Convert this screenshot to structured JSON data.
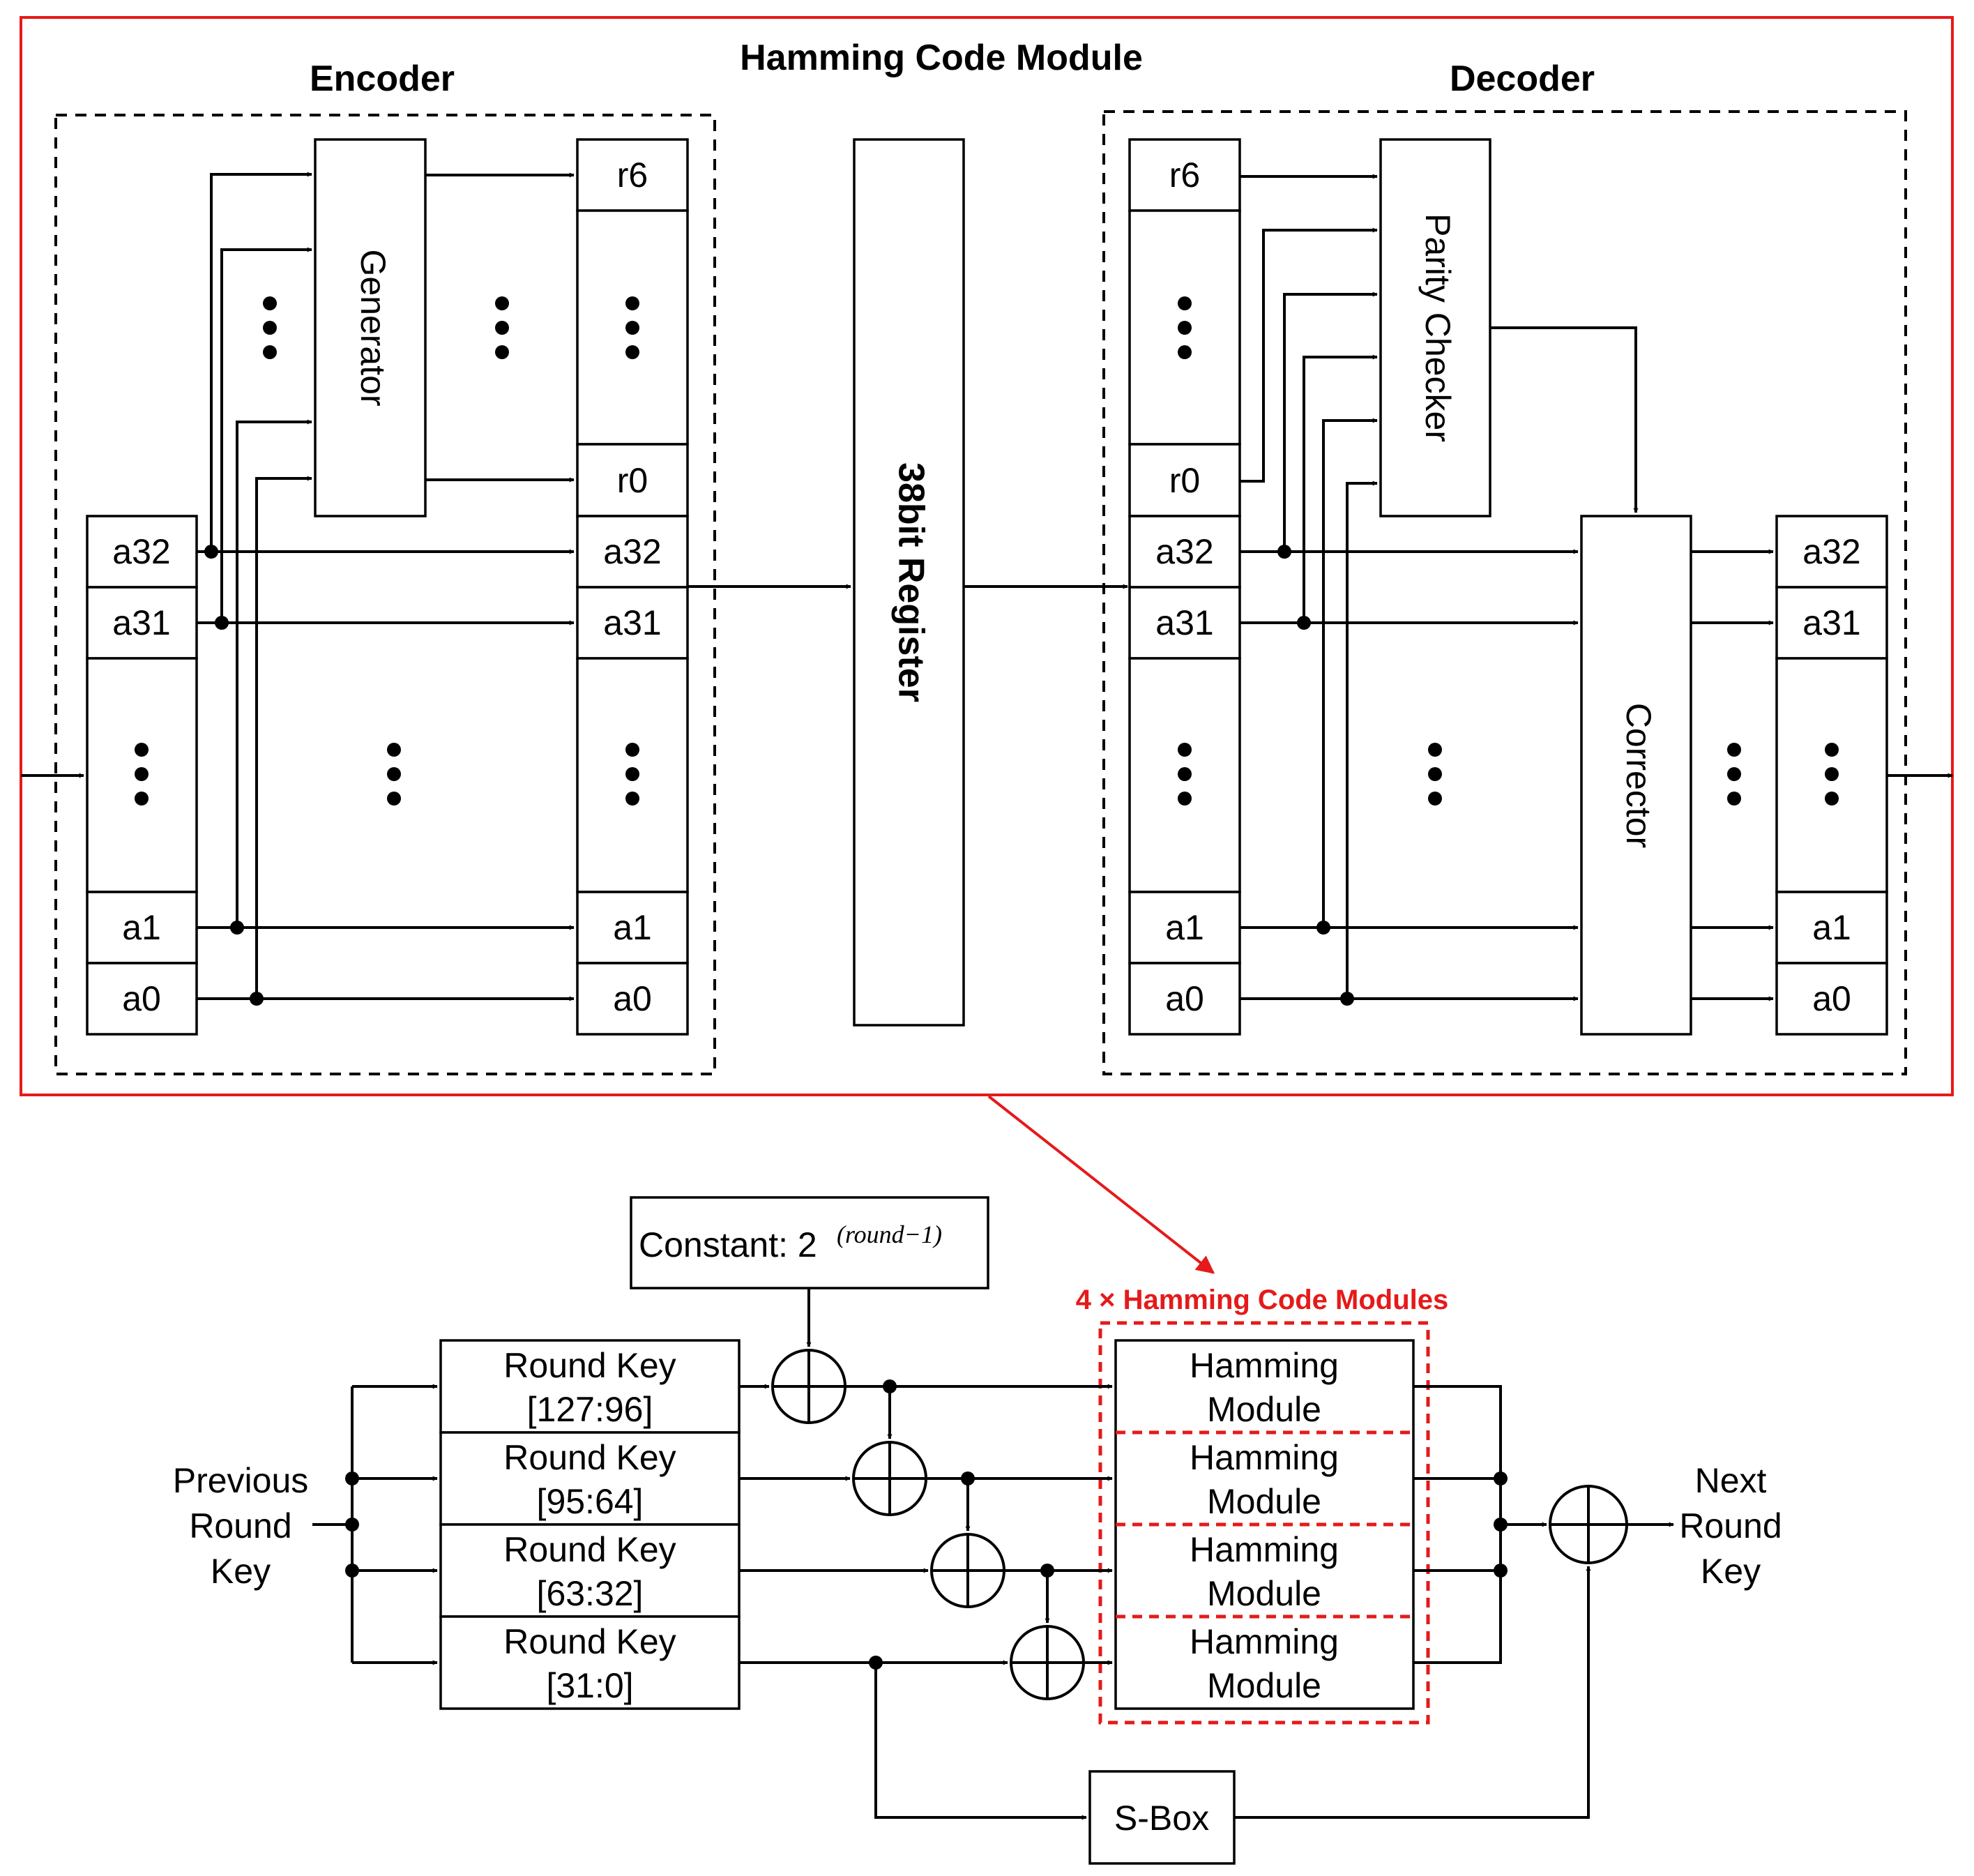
{
  "module_title": "Hamming Code Module",
  "encoder": {
    "title": "Encoder",
    "generator": "Generator",
    "input_bits": [
      "a32",
      "a31",
      "a1",
      "a0"
    ],
    "output_bits": [
      "r6",
      "r0",
      "a32",
      "a31",
      "a1",
      "a0"
    ]
  },
  "register_label": "38bit Register",
  "decoder": {
    "title": "Decoder",
    "parity_checker": "Parity Checker",
    "corrector": "Corrector",
    "input_bits": [
      "r6",
      "r0",
      "a32",
      "a31",
      "a1",
      "a0"
    ],
    "output_bits": [
      "a32",
      "a31",
      "a1",
      "a0"
    ]
  },
  "key_schedule": {
    "constant_prefix": "Constant: 2",
    "constant_exponent": "(round−1)",
    "group_label": "4 × Hamming Code Modules",
    "round_keys": [
      {
        "line1": "Round Key",
        "line2": "[127:96]"
      },
      {
        "line1": "Round Key",
        "line2": "[95:64]"
      },
      {
        "line1": "Round Key",
        "line2": "[63:32]"
      },
      {
        "line1": "Round Key",
        "line2": "[31:0]"
      }
    ],
    "hamming_modules": [
      {
        "line1": "Hamming",
        "line2": "Module"
      },
      {
        "line1": "Hamming",
        "line2": "Module"
      },
      {
        "line1": "Hamming",
        "line2": "Module"
      },
      {
        "line1": "Hamming",
        "line2": "Module"
      }
    ],
    "input_label": [
      "Previous",
      "Round",
      "Key"
    ],
    "output_label": [
      "Next",
      "Round",
      "Key"
    ],
    "sbox": "S-Box"
  }
}
